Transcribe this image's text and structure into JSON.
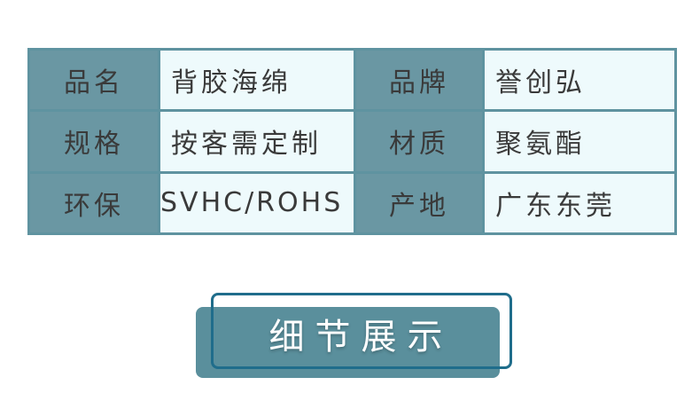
{
  "specs": {
    "rows": [
      {
        "label1": "品名",
        "value1": "背胶海绵",
        "label2": "品牌",
        "value2": "誉创弘"
      },
      {
        "label1": "规格",
        "value1": "按客需定制",
        "label2": "材质",
        "value2": "聚氨酯"
      },
      {
        "label1": "环保",
        "value1": "SVHC/ROHS",
        "label2": "产地",
        "value2": "广东东莞"
      }
    ]
  },
  "section": {
    "title": "细节展示"
  },
  "colors": {
    "label_bg": "#6a97a3",
    "value_bg": "#eefafc",
    "border": "#5f93a0",
    "button_bg": "#5a8f9c",
    "button_frame": "#1f6d8b"
  }
}
